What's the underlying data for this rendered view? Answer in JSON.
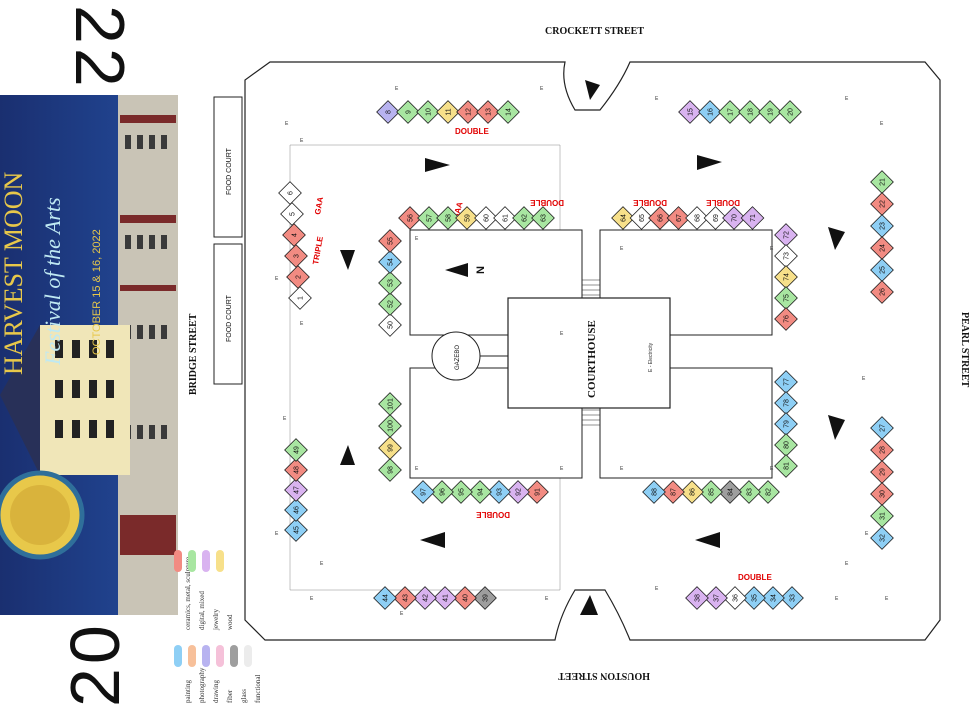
{
  "poster": {
    "year_left": "20",
    "year_right": "22",
    "title_line1": "HARVEST MOON",
    "title_line2": "Festival of the Arts",
    "dates": "OCTOBER 15 & 16, 2022"
  },
  "streets": {
    "north": "CROCKETT STREET",
    "south": "HOUSTON STREET",
    "west": "BRIDGE STREET",
    "east": "PEARL STREET"
  },
  "labels": {
    "food_court": "FOOD COURT",
    "courthouse": "COURTHOUSE",
    "electricity": "E - Electricity",
    "gazebo": "GAZEBO",
    "north": "N",
    "double": "DOUBLE",
    "triple": "TRIPLE",
    "gaa": "GAA",
    "e": "E"
  },
  "legend": [
    {
      "label": "ceramics, metal, sculpture",
      "color": "#f28b82"
    },
    {
      "label": "digital, mixed",
      "color": "#a8e6a1"
    },
    {
      "label": "jewelry",
      "color": "#d9b3f0"
    },
    {
      "label": "wood",
      "color": "#f7e08a"
    },
    {
      "label": "painting",
      "color": "#8ecff5"
    },
    {
      "label": "photography",
      "color": "#f7c09a"
    },
    {
      "label": "drawing",
      "color": "#b8b3f0"
    },
    {
      "label": "fiber",
      "color": "#f5c1d9"
    },
    {
      "label": "glass",
      "color": "#9e9e9e"
    },
    {
      "label": "functional",
      "color": "#ececec"
    }
  ],
  "colors": {
    "painting": "#8ecff5",
    "digital": "#a8e6a1",
    "jewelry": "#d9b3f0",
    "wood": "#f7e08a",
    "ceramics": "#f28b82",
    "photography": "#f7c09a",
    "drawing": "#b8b3f0",
    "fiber": "#f5c1d9",
    "glass": "#9e9e9e",
    "functional": "#ffffff"
  },
  "booth_groups": [
    {
      "name": "north-row-top",
      "numbers": [
        "8",
        "9",
        "10",
        "11",
        "12",
        "13",
        "14"
      ],
      "cats": [
        "drawing",
        "digital",
        "digital",
        "wood",
        "ceramics",
        "ceramics",
        "digital"
      ]
    },
    {
      "name": "north-row-right",
      "numbers": [
        "15",
        "16",
        "17",
        "18",
        "19",
        "20"
      ],
      "cats": [
        "jewelry",
        "painting",
        "digital",
        "digital",
        "digital",
        "digital"
      ]
    },
    {
      "name": "east-row-upper",
      "numbers": [
        "21",
        "22",
        "23",
        "24",
        "25",
        "26"
      ],
      "cats": [
        "digital",
        "ceramics",
        "painting",
        "ceramics",
        "painting",
        "ceramics"
      ]
    },
    {
      "name": "east-row-lower",
      "numbers": [
        "27",
        "28",
        "29",
        "30",
        "31",
        "32"
      ],
      "cats": [
        "painting",
        "ceramics",
        "ceramics",
        "ceramics",
        "digital",
        "painting"
      ]
    },
    {
      "name": "south-row-right",
      "numbers": [
        "33",
        "34",
        "35",
        "36",
        "37",
        "38"
      ],
      "cats": [
        "painting",
        "painting",
        "painting",
        "functional",
        "jewelry",
        "jewelry"
      ]
    },
    {
      "name": "south-row-left",
      "numbers": [
        "39",
        "40",
        "41",
        "42",
        "43",
        "44"
      ],
      "cats": [
        "glass",
        "ceramics",
        "jewelry",
        "jewelry",
        "ceramics",
        "painting"
      ]
    },
    {
      "name": "west-row-lower",
      "numbers": [
        "45",
        "46",
        "47",
        "48",
        "49"
      ],
      "cats": [
        "painting",
        "painting",
        "jewelry",
        "ceramics",
        "digital"
      ]
    },
    {
      "name": "west-row-upper",
      "numbers": [
        "1",
        "2",
        "3",
        "4",
        "5",
        "6"
      ],
      "cats": [
        "functional",
        "ceramics",
        "ceramics",
        "ceramics",
        "functional",
        "functional"
      ]
    },
    {
      "name": "inner-west-upper",
      "numbers": [
        "50",
        "52",
        "53",
        "54",
        "55"
      ],
      "cats": [
        "functional",
        "digital",
        "digital",
        "painting",
        "ceramics"
      ]
    },
    {
      "name": "inner-north-left",
      "numbers": [
        "56",
        "57",
        "58",
        "59",
        "60",
        "61",
        "62",
        "63"
      ],
      "cats": [
        "ceramics",
        "digital",
        "digital",
        "wood",
        "functional",
        "functional",
        "digital",
        "digital"
      ]
    },
    {
      "name": "inner-north-right",
      "numbers": [
        "64",
        "65",
        "66",
        "67",
        "68",
        "69",
        "70",
        "71"
      ],
      "cats": [
        "wood",
        "functional",
        "ceramics",
        "ceramics",
        "functional",
        "functional",
        "jewelry",
        "jewelry"
      ]
    },
    {
      "name": "inner-east-upper",
      "numbers": [
        "72",
        "73",
        "74",
        "75",
        "76"
      ],
      "cats": [
        "jewelry",
        "functional",
        "wood",
        "digital",
        "ceramics"
      ]
    },
    {
      "name": "inner-east-lower",
      "numbers": [
        "77",
        "78",
        "79",
        "80",
        "81"
      ],
      "cats": [
        "painting",
        "painting",
        "painting",
        "digital",
        "digital"
      ]
    },
    {
      "name": "inner-south-right",
      "numbers": [
        "82",
        "83",
        "84",
        "85",
        "86",
        "87",
        "88"
      ],
      "cats": [
        "digital",
        "digital",
        "glass",
        "digital",
        "wood",
        "ceramics",
        "painting"
      ]
    },
    {
      "name": "inner-south-left",
      "numbers": [
        "91",
        "92",
        "93",
        "94",
        "95",
        "96",
        "97"
      ],
      "cats": [
        "ceramics",
        "jewelry",
        "painting",
        "digital",
        "digital",
        "digital",
        "painting"
      ]
    },
    {
      "name": "inner-west-lower",
      "numbers": [
        "98",
        "99",
        "100",
        "101"
      ],
      "cats": [
        "digital",
        "wood",
        "digital",
        "digital"
      ]
    }
  ]
}
